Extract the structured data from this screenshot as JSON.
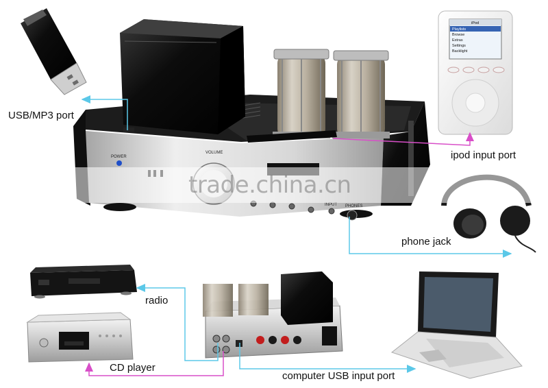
{
  "labels": {
    "usb_mp3_port": "USB/MP3 port",
    "ipod_input_port": "ipod input port",
    "phone_jack": "phone jack",
    "radio": "radio",
    "cd_player": "CD player",
    "computer_usb_input_port": "computer USB input port"
  },
  "amp_panel": {
    "power": "POWER",
    "volume": "VOLUME",
    "input": "INPUT",
    "phones": "PHONES"
  },
  "ipod_screen": {
    "title": "iPod",
    "menu": [
      "Playlists",
      "Browse",
      "Extras",
      "Settings",
      "Backlight"
    ]
  },
  "watermark": "trade.china.cn",
  "colors": {
    "arrow_cyan": "#5bc8e8",
    "arrow_magenta": "#d84ec8"
  }
}
